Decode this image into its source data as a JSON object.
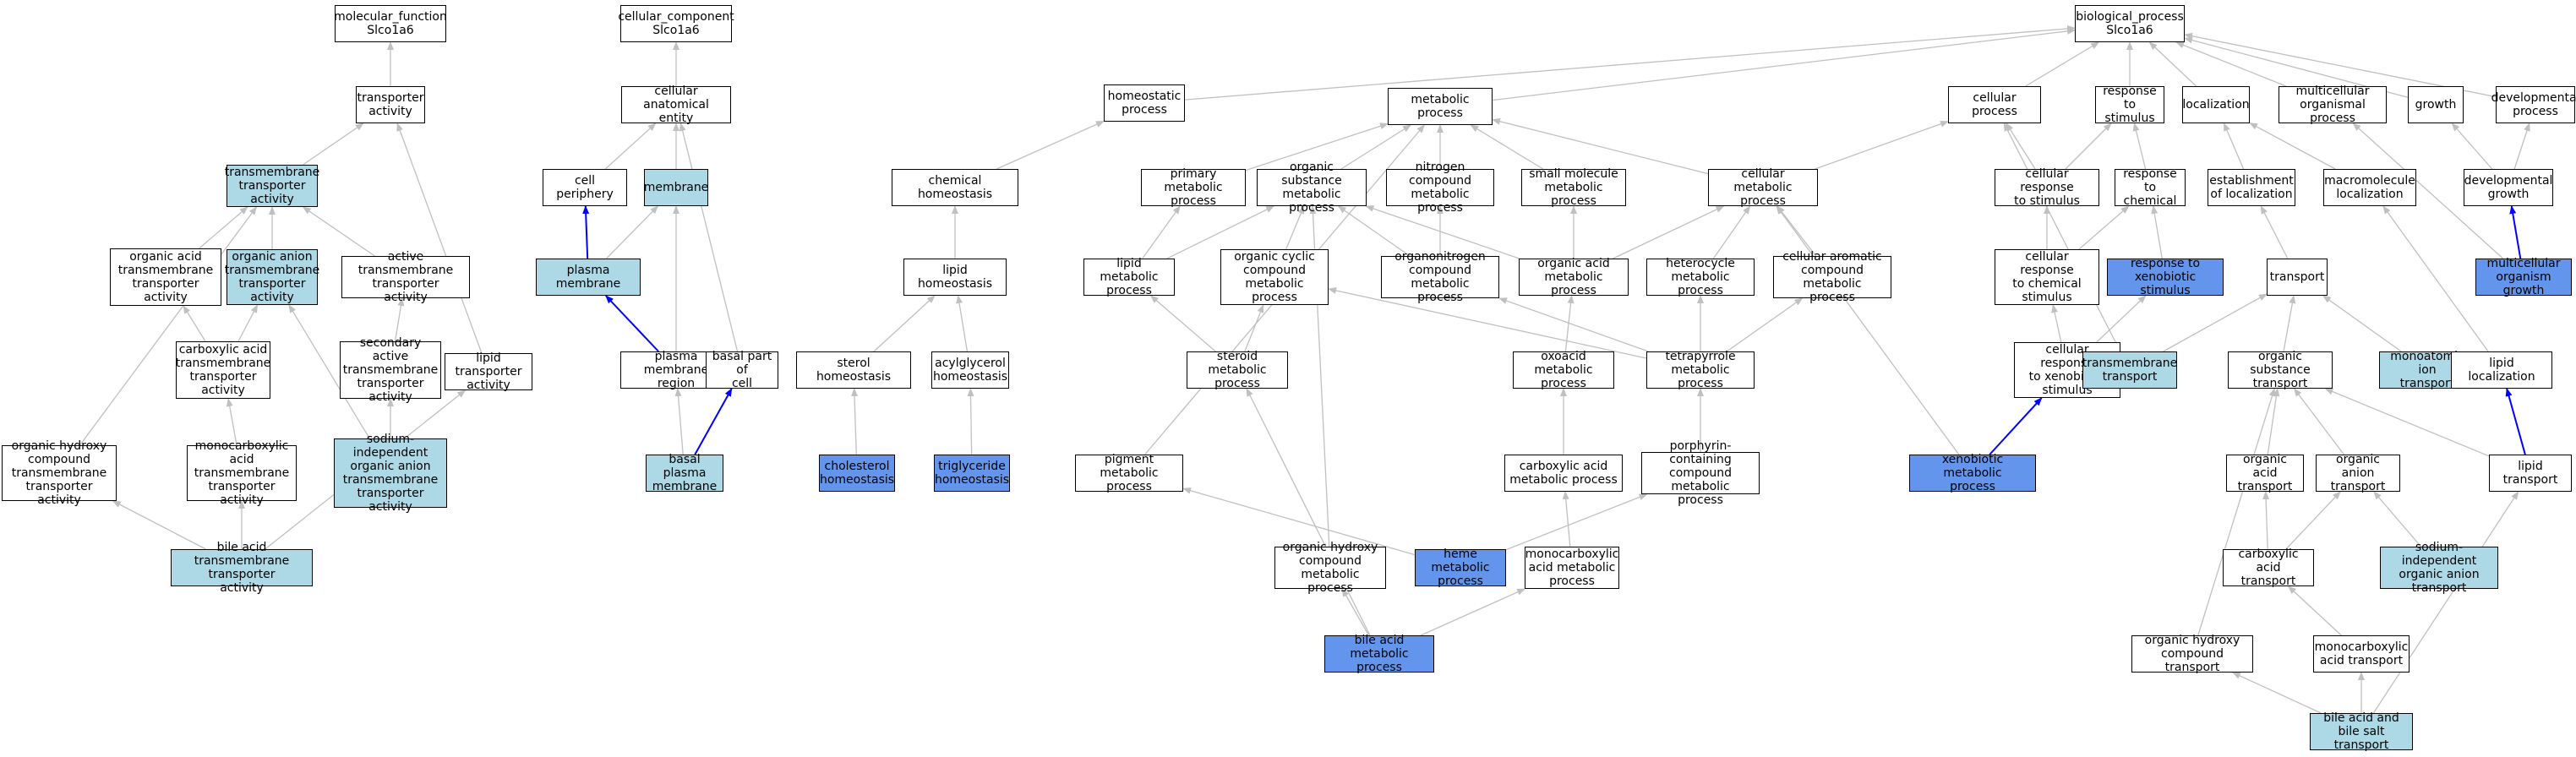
{
  "colors": {
    "default_fill": "#ffffff",
    "light_fill": "#add8e6",
    "dark_fill": "#6495ed",
    "edge_gray": "#c0c0c0",
    "edge_blue": "#0000ff"
  },
  "nodes": [
    {
      "id": "mf",
      "label": "molecular_function\nSlco1a6",
      "fill": "white"
    },
    {
      "id": "ta",
      "label": "transporter\nactivity",
      "fill": "white"
    },
    {
      "id": "tmta",
      "label": "transmembrane\ntransporter\nactivity",
      "fill": "light"
    },
    {
      "id": "oata",
      "label": "organic acid\ntransmembrane\ntransporter\nactivity",
      "fill": "white"
    },
    {
      "id": "oanta",
      "label": "organic anion\ntransmembrane\ntransporter\nactivity",
      "fill": "light"
    },
    {
      "id": "acta",
      "label": "active transmembrane\ntransporter\nactivity",
      "fill": "white"
    },
    {
      "id": "cata",
      "label": "carboxylic acid\ntransmembrane\ntransporter\nactivity",
      "fill": "white"
    },
    {
      "id": "sata",
      "label": "secondary active\ntransmembrane\ntransporter\nactivity",
      "fill": "white"
    },
    {
      "id": "lta",
      "label": "lipid transporter\nactivity",
      "fill": "white"
    },
    {
      "id": "ohcta",
      "label": "organic hydroxy\ncompound transmembrane\ntransporter\nactivity",
      "fill": "white"
    },
    {
      "id": "mcata",
      "label": "monocarboxylic\nacid transmembrane\ntransporter\nactivity",
      "fill": "white"
    },
    {
      "id": "sioata",
      "label": "sodium-independent\norganic anion\ntransmembrane\ntransporter\nactivity",
      "fill": "light"
    },
    {
      "id": "bata",
      "label": "bile acid transmembrane\ntransporter\nactivity",
      "fill": "light"
    },
    {
      "id": "cc",
      "label": "cellular_component\nSlco1a6",
      "fill": "white"
    },
    {
      "id": "cae",
      "label": "cellular anatomical\nentity",
      "fill": "white"
    },
    {
      "id": "cp",
      "label": "cell periphery",
      "fill": "white"
    },
    {
      "id": "mem",
      "label": "membrane",
      "fill": "light"
    },
    {
      "id": "pm",
      "label": "plasma membrane",
      "fill": "light"
    },
    {
      "id": "pmr",
      "label": "plasma membrane\nregion",
      "fill": "white"
    },
    {
      "id": "bpc",
      "label": "basal part of\ncell",
      "fill": "white"
    },
    {
      "id": "bpm",
      "label": "basal plasma\nmembrane",
      "fill": "light"
    },
    {
      "id": "bp",
      "label": "biological_process\nSlco1a6",
      "fill": "white"
    },
    {
      "id": "hp",
      "label": "homeostatic\nprocess",
      "fill": "white"
    },
    {
      "id": "mp",
      "label": "metabolic process",
      "fill": "white"
    },
    {
      "id": "ch",
      "label": "chemical homeostasis",
      "fill": "white"
    },
    {
      "id": "pmp",
      "label": "primary metabolic\nprocess",
      "fill": "white"
    },
    {
      "id": "osmp",
      "label": "organic substance\nmetabolic process",
      "fill": "white"
    },
    {
      "id": "ncmp",
      "label": "nitrogen compound\nmetabolic process",
      "fill": "white"
    },
    {
      "id": "smmp",
      "label": "small molecule\nmetabolic process",
      "fill": "white"
    },
    {
      "id": "cmp",
      "label": "cellular metabolic\nprocess",
      "fill": "white"
    },
    {
      "id": "lh",
      "label": "lipid homeostasis",
      "fill": "white"
    },
    {
      "id": "lmp",
      "label": "lipid metabolic\nprocess",
      "fill": "white"
    },
    {
      "id": "occmp",
      "label": "organic cyclic\ncompound metabolic\nprocess",
      "fill": "white"
    },
    {
      "id": "oncmp",
      "label": "organonitrogen\ncompound metabolic\nprocess",
      "fill": "white"
    },
    {
      "id": "oamp",
      "label": "organic acid\nmetabolic process",
      "fill": "white"
    },
    {
      "id": "hcmp",
      "label": "heterocycle\nmetabolic process",
      "fill": "white"
    },
    {
      "id": "cacmp",
      "label": "cellular aromatic\ncompound metabolic\nprocess",
      "fill": "white"
    },
    {
      "id": "sh",
      "label": "sterol homeostasis",
      "fill": "white"
    },
    {
      "id": "agh",
      "label": "acylglycerol\nhomeostasis",
      "fill": "white"
    },
    {
      "id": "stmp",
      "label": "steroid metabolic\nprocess",
      "fill": "white"
    },
    {
      "id": "oxmp",
      "label": "oxoacid metabolic\nprocess",
      "fill": "white"
    },
    {
      "id": "tpmp",
      "label": "tetrapyrrole\nmetabolic process",
      "fill": "white"
    },
    {
      "id": "choh",
      "label": "cholesterol\nhomeostasis",
      "fill": "dark"
    },
    {
      "id": "trih",
      "label": "triglyceride\nhomeostasis",
      "fill": "dark"
    },
    {
      "id": "pgmp",
      "label": "pigment metabolic\nprocess",
      "fill": "white"
    },
    {
      "id": "camp",
      "label": "carboxylic acid\nmetabolic process",
      "fill": "white"
    },
    {
      "id": "pcmp",
      "label": "porphyrin-containing\ncompound metabolic\nprocess",
      "fill": "white"
    },
    {
      "id": "ohcmp",
      "label": "organic hydroxy\ncompound metabolic\nprocess",
      "fill": "white"
    },
    {
      "id": "hmp",
      "label": "heme metabolic\nprocess",
      "fill": "dark"
    },
    {
      "id": "mcamp",
      "label": "monocarboxylic\nacid metabolic\nprocess",
      "fill": "white"
    },
    {
      "id": "bamp",
      "label": "bile acid metabolic\nprocess",
      "fill": "dark"
    },
    {
      "id": "cellp",
      "label": "cellular process",
      "fill": "white"
    },
    {
      "id": "rts",
      "label": "response to\nstimulus",
      "fill": "white"
    },
    {
      "id": "loc",
      "label": "localization",
      "fill": "white"
    },
    {
      "id": "mcop",
      "label": "multicellular\norganismal process",
      "fill": "white"
    },
    {
      "id": "gro",
      "label": "growth",
      "fill": "white"
    },
    {
      "id": "devp",
      "label": "developmental\nprocess",
      "fill": "white"
    },
    {
      "id": "crts",
      "label": "cellular response\nto stimulus",
      "fill": "white"
    },
    {
      "id": "rtc",
      "label": "response to\nchemical",
      "fill": "white"
    },
    {
      "id": "eol",
      "label": "establishment\nof localization",
      "fill": "white"
    },
    {
      "id": "mml",
      "label": "macromolecule\nlocalization",
      "fill": "white"
    },
    {
      "id": "devg",
      "label": "developmental\ngrowth",
      "fill": "white"
    },
    {
      "id": "crtc",
      "label": "cellular response\nto chemical\nstimulus",
      "fill": "white"
    },
    {
      "id": "rtxs",
      "label": "response to\nxenobiotic stimulus",
      "fill": "dark"
    },
    {
      "id": "trans",
      "label": "transport",
      "fill": "white"
    },
    {
      "id": "mog",
      "label": "multicellular\norganism growth",
      "fill": "dark"
    },
    {
      "id": "xmp",
      "label": "xenobiotic metabolic\nprocess",
      "fill": "dark"
    },
    {
      "id": "crtx",
      "label": "cellular response\nto xenobiotic\nstimulus",
      "fill": "white"
    },
    {
      "id": "tmt",
      "label": "transmembrane\ntransport",
      "fill": "light"
    },
    {
      "id": "ost",
      "label": "organic substance\ntransport",
      "fill": "white"
    },
    {
      "id": "mit",
      "label": "monoatomic ion\ntransport",
      "fill": "light"
    },
    {
      "id": "ll",
      "label": "lipid localization",
      "fill": "white"
    },
    {
      "id": "oat",
      "label": "organic acid\ntransport",
      "fill": "white"
    },
    {
      "id": "oant",
      "label": "organic anion\ntransport",
      "fill": "white"
    },
    {
      "id": "lt",
      "label": "lipid transport",
      "fill": "white"
    },
    {
      "id": "cat",
      "label": "carboxylic acid\ntransport",
      "fill": "white"
    },
    {
      "id": "sioat",
      "label": "sodium-independent\norganic anion\ntransport",
      "fill": "light"
    },
    {
      "id": "ohct",
      "label": "organic hydroxy\ncompound transport",
      "fill": "white"
    },
    {
      "id": "mcat",
      "label": "monocarboxylic\nacid transport",
      "fill": "white"
    },
    {
      "id": "babst",
      "label": "bile acid and\nbile salt transport",
      "fill": "light"
    }
  ],
  "edges": [
    [
      "ta",
      "mf",
      "gray"
    ],
    [
      "tmta",
      "ta",
      "gray"
    ],
    [
      "lta",
      "ta",
      "gray"
    ],
    [
      "oata",
      "tmta",
      "gray"
    ],
    [
      "oanta",
      "tmta",
      "gray"
    ],
    [
      "acta",
      "tmta",
      "gray"
    ],
    [
      "ohcta",
      "tmta",
      "gray"
    ],
    [
      "cata",
      "oata",
      "gray"
    ],
    [
      "cata",
      "oanta",
      "gray"
    ],
    [
      "sata",
      "acta",
      "gray"
    ],
    [
      "mcata",
      "cata",
      "gray"
    ],
    [
      "sioata",
      "oanta",
      "gray"
    ],
    [
      "sioata",
      "sata",
      "gray"
    ],
    [
      "bata",
      "ohcta",
      "gray"
    ],
    [
      "bata",
      "mcata",
      "gray"
    ],
    [
      "bata",
      "lta",
      "gray"
    ],
    [
      "cae",
      "cc",
      "gray"
    ],
    [
      "cp",
      "cae",
      "blue_no"
    ],
    [
      "mem",
      "cae",
      "gray"
    ],
    [
      "bpc",
      "cae",
      "gray"
    ],
    [
      "pm",
      "cp",
      "blue"
    ],
    [
      "pm",
      "mem",
      "gray"
    ],
    [
      "pmr",
      "pm",
      "blue"
    ],
    [
      "pmr",
      "mem",
      "gray"
    ],
    [
      "bpm",
      "pmr",
      "gray"
    ],
    [
      "bpm",
      "bpc",
      "blue"
    ],
    [
      "hp",
      "bp",
      "gray"
    ],
    [
      "mp",
      "bp",
      "gray"
    ],
    [
      "cellp",
      "bp",
      "gray"
    ],
    [
      "rts",
      "bp",
      "gray"
    ],
    [
      "loc",
      "bp",
      "gray"
    ],
    [
      "mcop",
      "bp",
      "gray"
    ],
    [
      "gro",
      "bp",
      "gray"
    ],
    [
      "devp",
      "bp",
      "gray"
    ],
    [
      "ch",
      "hp",
      "gray"
    ],
    [
      "lh",
      "ch",
      "gray"
    ],
    [
      "sh",
      "lh",
      "gray"
    ],
    [
      "agh",
      "lh",
      "gray"
    ],
    [
      "choh",
      "sh",
      "gray"
    ],
    [
      "trih",
      "agh",
      "gray"
    ],
    [
      "pmp",
      "mp",
      "gray"
    ],
    [
      "osmp",
      "mp",
      "gray"
    ],
    [
      "ncmp",
      "mp",
      "gray"
    ],
    [
      "smmp",
      "mp",
      "gray"
    ],
    [
      "cmp",
      "mp",
      "gray"
    ],
    [
      "pgmp",
      "mp",
      "gray"
    ],
    [
      "cmp",
      "cellp",
      "gray"
    ],
    [
      "lmp",
      "pmp",
      "gray"
    ],
    [
      "lmp",
      "osmp",
      "gray"
    ],
    [
      "occmp",
      "osmp",
      "gray"
    ],
    [
      "oncmp",
      "osmp",
      "gray"
    ],
    [
      "oncmp",
      "ncmp",
      "gray"
    ],
    [
      "oamp",
      "osmp",
      "gray"
    ],
    [
      "oamp",
      "smmp",
      "gray"
    ],
    [
      "oamp",
      "cmp",
      "gray"
    ],
    [
      "hcmp",
      "cmp",
      "gray"
    ],
    [
      "cacmp",
      "cmp",
      "gray"
    ],
    [
      "xmp",
      "cmp",
      "gray"
    ],
    [
      "ohcmp",
      "osmp",
      "gray"
    ],
    [
      "stmp",
      "lmp",
      "gray"
    ],
    [
      "stmp",
      "occmp",
      "gray"
    ],
    [
      "tpmp",
      "occmp",
      "gray"
    ],
    [
      "tpmp",
      "oncmp",
      "gray"
    ],
    [
      "tpmp",
      "hcmp",
      "gray"
    ],
    [
      "tpmp",
      "cacmp",
      "gray"
    ],
    [
      "oxmp",
      "oamp",
      "gray"
    ],
    [
      "camp",
      "oxmp",
      "gray"
    ],
    [
      "pcmp",
      "tpmp",
      "gray"
    ],
    [
      "hmp",
      "pgmp",
      "gray"
    ],
    [
      "hmp",
      "pcmp",
      "gray"
    ],
    [
      "mcamp",
      "camp",
      "gray"
    ],
    [
      "bamp",
      "stmp",
      "gray"
    ],
    [
      "bamp",
      "ohcmp",
      "gray"
    ],
    [
      "bamp",
      "mcamp",
      "gray"
    ],
    [
      "crts",
      "cellp",
      "gray"
    ],
    [
      "crts",
      "rts",
      "gray"
    ],
    [
      "rtc",
      "rts",
      "gray"
    ],
    [
      "eol",
      "loc",
      "gray"
    ],
    [
      "mml",
      "loc",
      "gray"
    ],
    [
      "devg",
      "gro",
      "gray"
    ],
    [
      "devg",
      "devp",
      "gray"
    ],
    [
      "mog",
      "mcop",
      "gray"
    ],
    [
      "mog",
      "devg",
      "blue"
    ],
    [
      "crtc",
      "crts",
      "gray"
    ],
    [
      "crtc",
      "rtc",
      "gray"
    ],
    [
      "rtxs",
      "rtc",
      "gray"
    ],
    [
      "crtx",
      "crtc",
      "gray"
    ],
    [
      "crtx",
      "rtxs",
      "gray"
    ],
    [
      "xmp",
      "crtx",
      "blue"
    ],
    [
      "trans",
      "eol",
      "gray"
    ],
    [
      "tmt",
      "trans",
      "gray"
    ],
    [
      "tmt",
      "cellp",
      "gray"
    ],
    [
      "ost",
      "trans",
      "gray"
    ],
    [
      "mit",
      "trans",
      "gray"
    ],
    [
      "ll",
      "mml",
      "gray"
    ],
    [
      "lt",
      "ll",
      "blue"
    ],
    [
      "lt",
      "ost",
      "gray"
    ],
    [
      "oat",
      "ost",
      "gray"
    ],
    [
      "oant",
      "ost",
      "gray"
    ],
    [
      "cat",
      "oat",
      "gray"
    ],
    [
      "cat",
      "oant",
      "gray"
    ],
    [
      "sioat",
      "oant",
      "gray"
    ],
    [
      "ohct",
      "ost",
      "gray"
    ],
    [
      "mcat",
      "cat",
      "gray"
    ],
    [
      "babst",
      "ohct",
      "gray"
    ],
    [
      "babst",
      "mcat",
      "gray"
    ],
    [
      "babst",
      "lt",
      "gray"
    ]
  ]
}
